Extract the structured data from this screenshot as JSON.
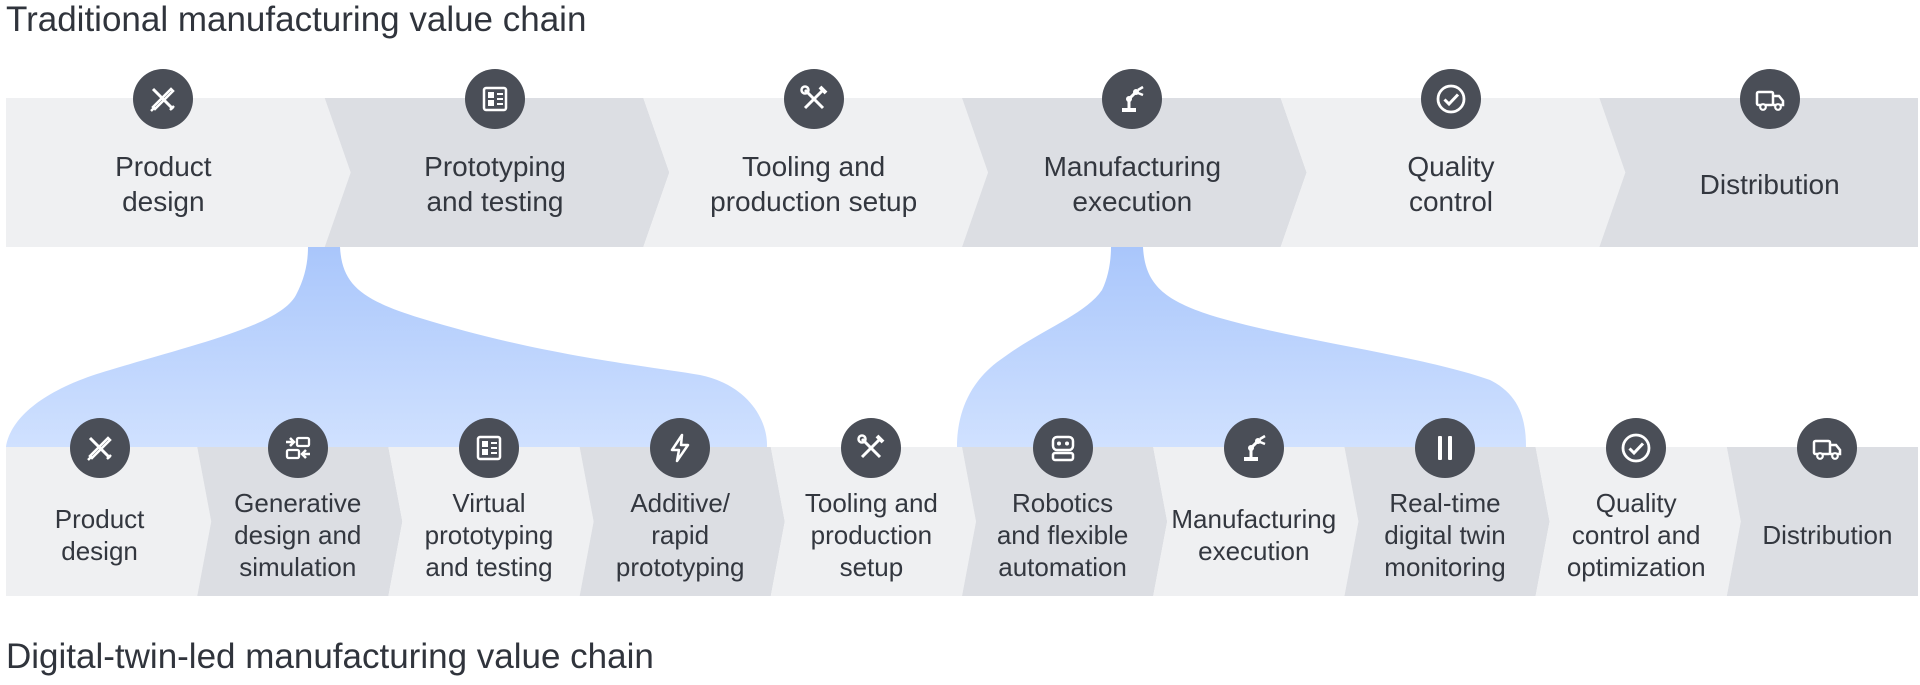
{
  "diagram": {
    "traditional_title": "Traditional manufacturing value chain",
    "digital_title": "Digital-twin-led manufacturing value chain",
    "traditional_steps": [
      {
        "label": "Product\ndesign",
        "icon": "ruler-pencil-icon"
      },
      {
        "label": "Prototyping\nand testing",
        "icon": "circuit-board-icon"
      },
      {
        "label": "Tooling and\nproduction setup",
        "icon": "tools-icon"
      },
      {
        "label": "Manufacturing\nexecution",
        "icon": "robot-arm-icon"
      },
      {
        "label": "Quality\ncontrol",
        "icon": "checkmark-icon"
      },
      {
        "label": "Distribution",
        "icon": "truck-icon"
      }
    ],
    "digital_steps": [
      {
        "label": "Product\ndesign",
        "icon": "ruler-pencil-icon"
      },
      {
        "label": "Generative\ndesign and\nsimulation",
        "icon": "swap-arrows-icon"
      },
      {
        "label": "Virtual\nprototyping\nand testing",
        "icon": "circuit-board-icon"
      },
      {
        "label": "Additive/\nrapid\nprototyping",
        "icon": "lightning-icon"
      },
      {
        "label": "Tooling and\nproduction\nsetup",
        "icon": "tools-icon"
      },
      {
        "label": "Robotics\nand flexible\nautomation",
        "icon": "robot-face-icon"
      },
      {
        "label": "Manufacturing\nexecution",
        "icon": "robot-arm-icon"
      },
      {
        "label": "Real-time\ndigital twin\nmonitoring",
        "icon": "twin-bars-icon"
      },
      {
        "label": "Quality\ncontrol and\noptimization",
        "icon": "checkmark-icon"
      },
      {
        "label": "Distribution",
        "icon": "truck-icon"
      }
    ],
    "expansions": [
      {
        "from": "Prototyping and testing",
        "to": [
          "Generative design and simulation",
          "Virtual prototyping and testing",
          "Additive/rapid prototyping"
        ]
      },
      {
        "from": "Manufacturing execution",
        "to": [
          "Robotics and flexible automation",
          "Manufacturing execution",
          "Real-time digital twin monitoring"
        ]
      }
    ],
    "colors": {
      "light_band": "#eff0f2",
      "dark_band": "#dcdee3",
      "funnel_top": "#a9c6fb",
      "funnel_bottom": "#cfe0fe",
      "icon_circle": "#4a4e57",
      "text": "#33373f"
    }
  }
}
